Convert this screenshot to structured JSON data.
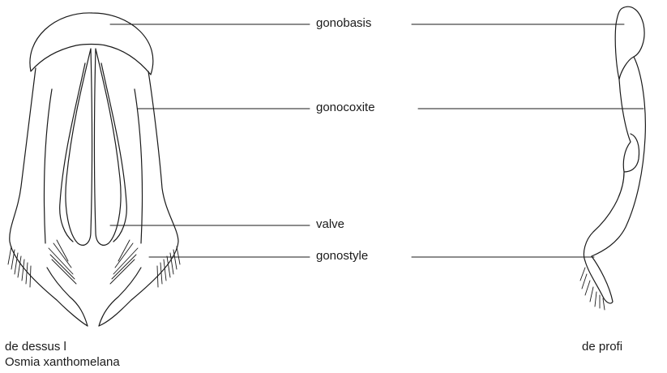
{
  "labels": {
    "gonobasis": "gonobasis",
    "gonocoxite": "gonocoxite",
    "valve": "valve",
    "gonostyle": "gonostyle"
  },
  "captions": {
    "dorsal_view": "de dessus l",
    "species": "Osmia xanthomelana",
    "profile_view": "de profi"
  },
  "colors": {
    "ink": "#1a1a1a",
    "background": "#ffffff"
  }
}
